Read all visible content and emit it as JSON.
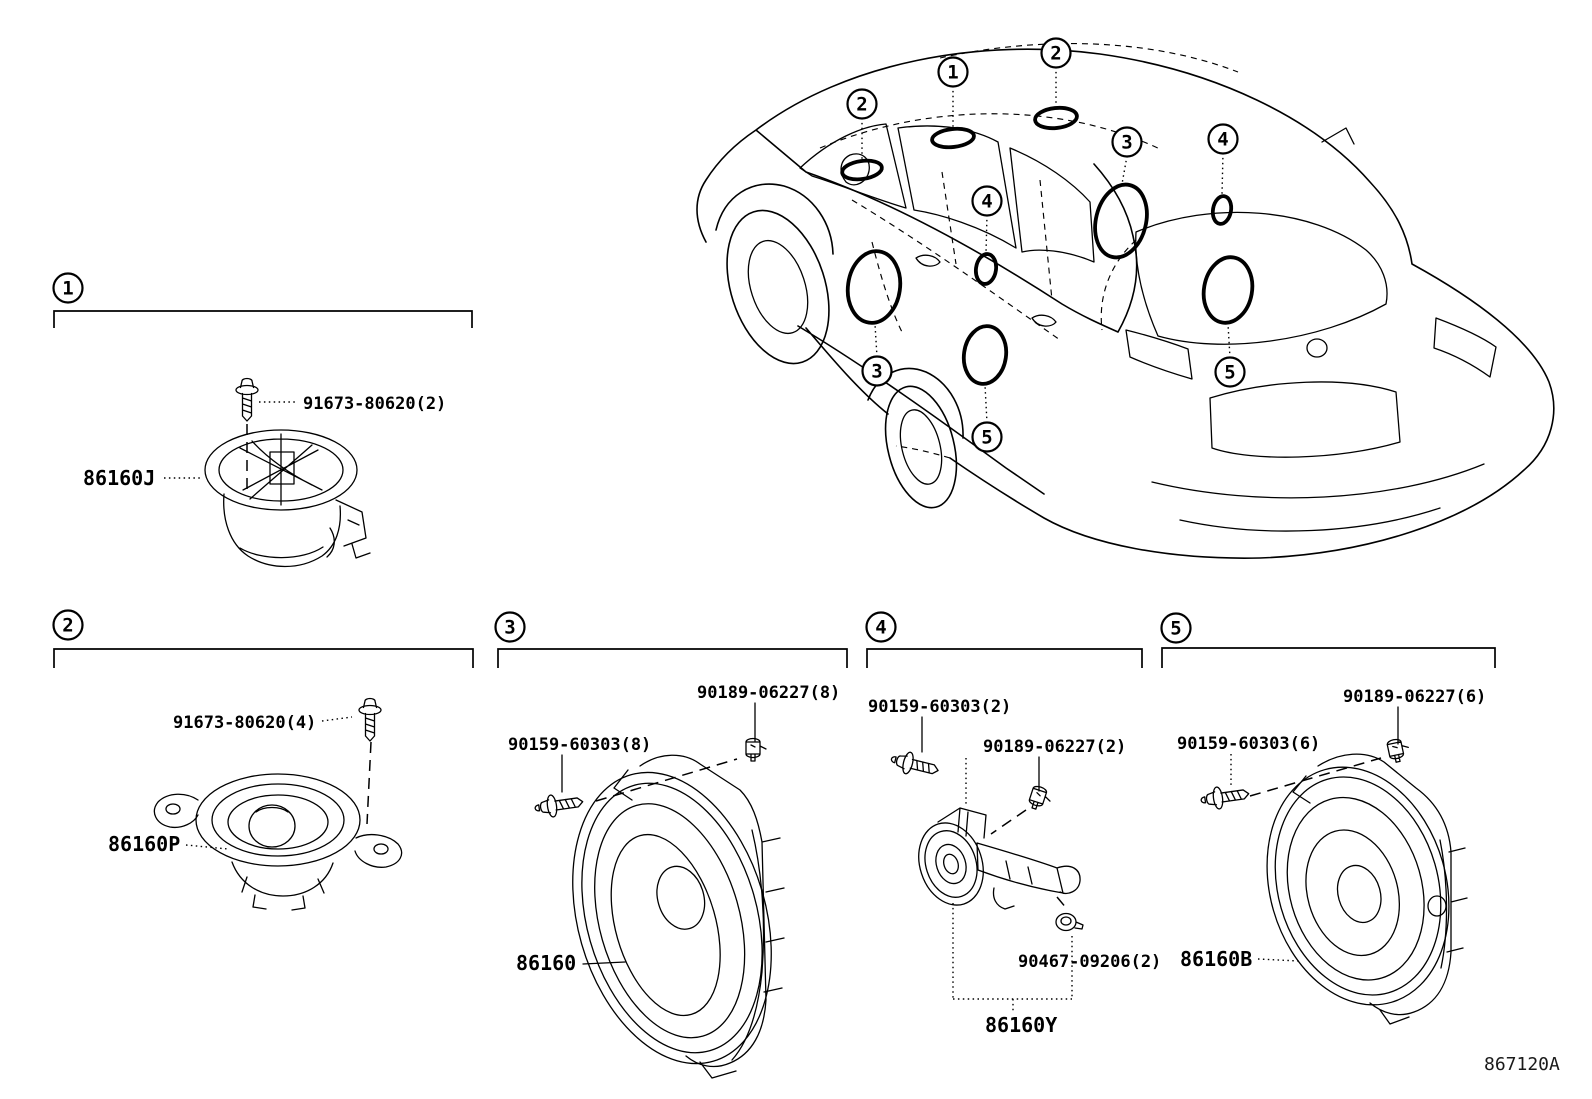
{
  "page": {
    "footer_code": "867120A",
    "background_color": "#ffffff",
    "line_color": "#000000"
  },
  "icons": {
    "screw": "screw-icon",
    "clip": "clip-icon",
    "grommet": "grommet-icon",
    "speaker_marker": "speaker-location-ellipse"
  },
  "car": {
    "callouts": [
      "1",
      "2",
      "2",
      "3",
      "3",
      "4",
      "4",
      "5",
      "5"
    ]
  },
  "sections": {
    "s1": {
      "number": "1",
      "fastener_label": "91673-80620(2)",
      "part_label": "86160J"
    },
    "s2": {
      "number": "2",
      "fastener_label": "91673-80620(4)",
      "part_label": "86160P"
    },
    "s3": {
      "number": "3",
      "clip_label": "90189-06227(8)",
      "screw_label": "90159-60303(8)",
      "part_label": "86160"
    },
    "s4": {
      "number": "4",
      "screw_label": "90159-60303(2)",
      "clip_label": "90189-06227(2)",
      "grommet_label": "90467-09206(2)",
      "part_label": "86160Y"
    },
    "s5": {
      "number": "5",
      "clip_label": "90189-06227(6)",
      "screw_label": "90159-60303(6)",
      "part_label": "86160B"
    }
  }
}
